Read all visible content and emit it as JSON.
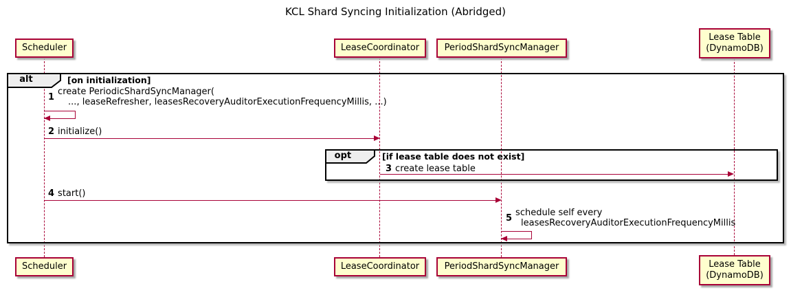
{
  "diagram_type": "sequence",
  "title": "KCL Shard Syncing Initialization (Abridged)",
  "colors": {
    "participant_fill": "#FEFECE",
    "participant_border": "#A80036",
    "line": "#A80036",
    "frame_border": "#000000",
    "frame_label_fill": "#EEEEEE",
    "text": "#000000"
  },
  "participants": [
    {
      "id": "scheduler",
      "label": "Scheduler"
    },
    {
      "id": "lease-coordinator",
      "label": "LeaseCoordinator"
    },
    {
      "id": "period-shard-sync-manager",
      "label": "PeriodShardSyncManager"
    },
    {
      "id": "lease-table",
      "label_line1": "Lease Table",
      "label_line2": "(DynamoDB)"
    }
  ],
  "frames": {
    "alt": {
      "keyword": "alt",
      "guard": "[on initialization]"
    },
    "opt": {
      "keyword": "opt",
      "guard": "[if lease table does not exist]"
    }
  },
  "messages": [
    {
      "num": "1",
      "kind": "self",
      "from": "Scheduler",
      "to": "Scheduler",
      "line1": "create PeriodicShardSyncManager(",
      "line2": "..., leaseRefresher, leasesRecoveryAuditorExecutionFrequencyMillis, ...)"
    },
    {
      "num": "2",
      "kind": "arrow",
      "from": "Scheduler",
      "to": "LeaseCoordinator",
      "text": "initialize()"
    },
    {
      "num": "3",
      "kind": "arrow",
      "from": "LeaseCoordinator",
      "to": "Lease Table (DynamoDB)",
      "text": "create lease table"
    },
    {
      "num": "4",
      "kind": "arrow",
      "from": "Scheduler",
      "to": "PeriodShardSyncManager",
      "text": "start()"
    },
    {
      "num": "5",
      "kind": "self",
      "from": "PeriodShardSyncManager",
      "to": "PeriodShardSyncManager",
      "line1": "schedule self every",
      "line2": "leasesRecoveryAuditorExecutionFrequencyMillis"
    }
  ]
}
